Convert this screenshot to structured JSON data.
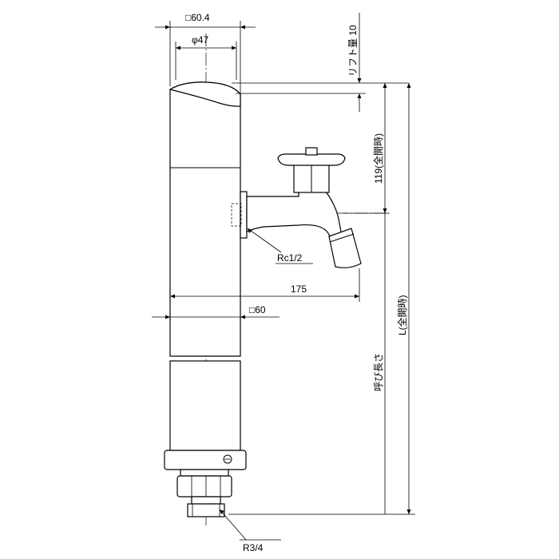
{
  "dimensions": {
    "outer_square": "□60.4",
    "inner_diameter": "φ47",
    "lift": "リフト量 10",
    "height_open": "119(全開時)",
    "thread_faucet": "Rc1/2",
    "reach": "175",
    "square_body": "□60",
    "length_open": "L(全開時)",
    "nominal_length": "呼び長さ",
    "thread_inlet": "R3/4"
  }
}
